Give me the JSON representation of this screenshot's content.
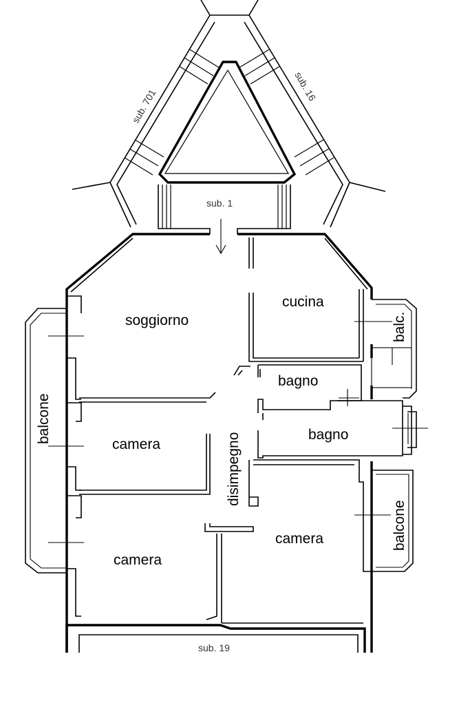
{
  "labels": {
    "sub_701": "sub. 701",
    "sub_16": "sub. 16",
    "sub_1": "sub. 1",
    "sub_19": "sub. 19",
    "soggiorno": "soggiorno",
    "cucina": "cucina",
    "balc": "balc.",
    "balcone_left": "balcone",
    "bagno_upper": "bagno",
    "bagno_lower": "bagno",
    "camera_middle": "camera",
    "disimpegno": "disimpegno",
    "camera_right": "camera",
    "balcone_right": "balcone",
    "camera_bottom": "camera"
  }
}
